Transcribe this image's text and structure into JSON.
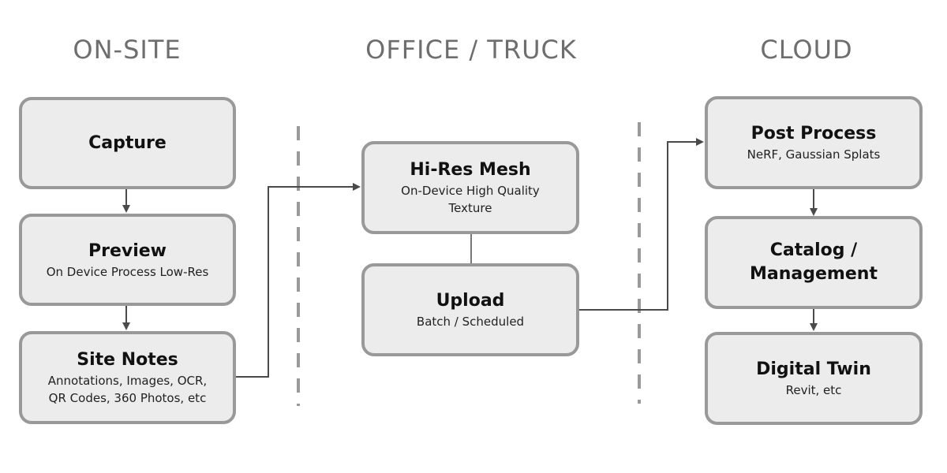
{
  "columns": {
    "onsite": "ON-SITE",
    "office": "OFFICE / TRUCK",
    "cloud": "CLOUD"
  },
  "boxes": {
    "capture": {
      "title": "Capture"
    },
    "preview": {
      "title": "Preview",
      "subtitle": "On Device Process Low-Res"
    },
    "site_notes": {
      "title": "Site Notes",
      "subtitle_1": "Annotations, Images, OCR,",
      "subtitle_2": "QR Codes, 360  Photos, etc"
    },
    "hires_mesh": {
      "title": "Hi-Res Mesh",
      "subtitle_1": "On-Device High Quality",
      "subtitle_2": "Texture"
    },
    "upload": {
      "title": "Upload",
      "subtitle": "Batch / Scheduled"
    },
    "post_process": {
      "title": "Post Process",
      "subtitle": "NeRF, Gaussian Splats"
    },
    "catalog": {
      "title_1": "Catalog /",
      "title_2": "Management"
    },
    "digital_twin": {
      "title": "Digital Twin",
      "subtitle": "Revit, etc"
    }
  },
  "colors": {
    "box_fill": "#ececec",
    "box_border": "#999999",
    "connector": "#4a4a4a",
    "divider": "#9a9a9a",
    "heading": "#6e6e6e"
  }
}
